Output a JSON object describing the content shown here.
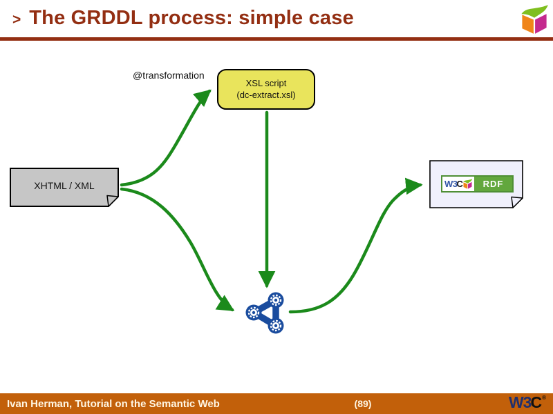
{
  "header": {
    "bullet": ">",
    "title": "The GRDDL process: simple case",
    "cube_icon": "semantic-web-cube-icon"
  },
  "diagram": {
    "transformation_label": "@transformation",
    "xsl_box": {
      "line1": "XSL script",
      "line2": "(dc-extract.xsl)"
    },
    "source_box": {
      "label": "XHTML / XML"
    },
    "result_box": {
      "badge_w3": "W3",
      "badge_c": "C",
      "badge_rdf": "RDF",
      "badge_icon": "w3c-cube-icon"
    },
    "graph_icon": "rdf-graph-icon",
    "arrows": [
      "xhtml-to-xsl-script",
      "xsl-script-to-rdf-graph",
      "xhtml-to-rdf-graph",
      "rdf-graph-to-rdf-document"
    ]
  },
  "footer": {
    "author": "Ivan Herman, Tutorial on the Semantic Web",
    "page": "(89)",
    "logo": {
      "w3": "W3",
      "c": "C",
      "mark": "®"
    }
  },
  "colors": {
    "title-red": "#932E12",
    "footer-orange": "#C2600A",
    "arrow-green": "#1b8a1b",
    "node-blue": "#1A4C9E",
    "xsl-yellow": "#E9E45C",
    "doc-gray": "#C6C6C6",
    "rdf-box": "#F0F0FC",
    "badge-green": "#62A73D",
    "cube-orange": "#F08519",
    "cube-magenta": "#C4298E",
    "cube-green": "#7FBF1F"
  }
}
